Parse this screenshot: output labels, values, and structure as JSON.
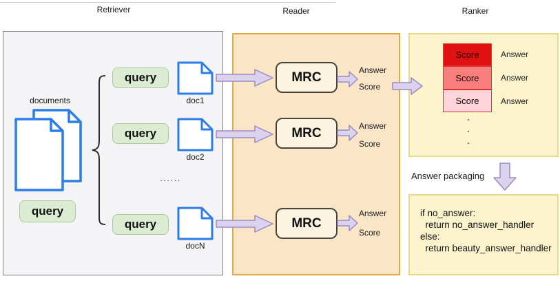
{
  "header": {
    "retriever": "Retriever",
    "reader": "Reader",
    "ranker": "Ranker"
  },
  "retriever": {
    "documents_label": "documents",
    "main_query": "query",
    "ellipsis": "......",
    "rows": [
      {
        "query": "query",
        "doc_label": "doc1"
      },
      {
        "query": "query",
        "doc_label": "doc2"
      },
      {
        "query": "query",
        "doc_label": "docN"
      }
    ]
  },
  "reader": {
    "rows": [
      {
        "mrc": "MRC",
        "answer": "Answer",
        "score": "Score"
      },
      {
        "mrc": "MRC",
        "answer": "Answer",
        "score": "Score"
      },
      {
        "mrc": "MRC",
        "answer": "Answer",
        "score": "Score"
      }
    ]
  },
  "ranker": {
    "rows": [
      {
        "score": "Score",
        "answer": "Answer",
        "color": "#e01111"
      },
      {
        "score": "Score",
        "answer": "Answer",
        "color": "#f97f7f"
      },
      {
        "score": "Score",
        "answer": "Answer",
        "color": "#fcd4d9"
      }
    ],
    "ellipsis_vertical": [
      ".",
      ".",
      "."
    ],
    "answer_packaging": "Answer packaging",
    "code_lines": [
      "if no_answer:",
      "  return no_answer_handler",
      "else:",
      "  return beauty_answer_handler"
    ]
  },
  "colors": {
    "retriever_panel_bg": "#f4f4f6",
    "reader_panel_bg": "#fbe5c7",
    "ranker_panel_bg": "#fdf3cd",
    "query_box_bg": "#dcecd2",
    "query_box_border": "#a9c79a",
    "doc_outline_blue": "#2e7de6",
    "arrow_fill": "#dbd2ee",
    "arrow_border": "#9c8ac6",
    "score_stack_border": "#e03030",
    "score_colors_high_to_low": [
      "#e01111",
      "#f97f7f",
      "#fcd4d9"
    ]
  }
}
